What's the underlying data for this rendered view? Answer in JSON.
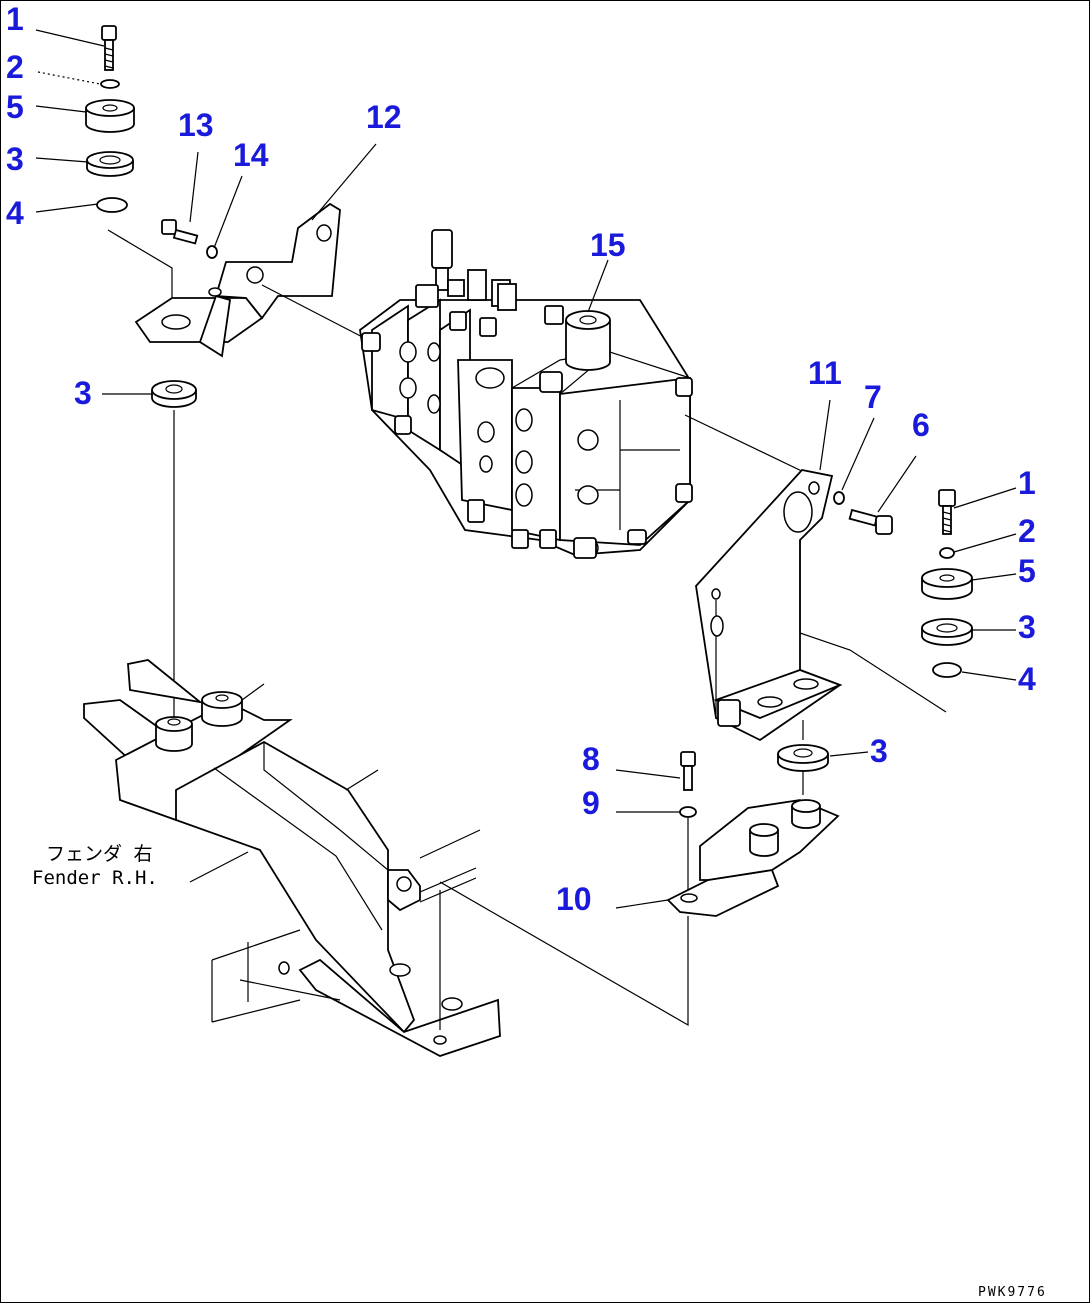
{
  "diagram": {
    "accent_color": "#1a1adc",
    "drawing_code": "PWK9776",
    "fender_label": {
      "japanese": "フェンダ 右",
      "english": "Fender R.H."
    },
    "callouts": [
      {
        "id": "left-1",
        "label": "1"
      },
      {
        "id": "left-2",
        "label": "2"
      },
      {
        "id": "left-5",
        "label": "5"
      },
      {
        "id": "left-3-top",
        "label": "3"
      },
      {
        "id": "left-4",
        "label": "4"
      },
      {
        "id": "left-13",
        "label": "13"
      },
      {
        "id": "left-14",
        "label": "14"
      },
      {
        "id": "left-12",
        "label": "12"
      },
      {
        "id": "valve-15",
        "label": "15"
      },
      {
        "id": "left-3-bottom",
        "label": "3"
      },
      {
        "id": "right-11",
        "label": "11"
      },
      {
        "id": "right-7",
        "label": "7"
      },
      {
        "id": "right-6",
        "label": "6"
      },
      {
        "id": "right-1",
        "label": "1"
      },
      {
        "id": "right-2",
        "label": "2"
      },
      {
        "id": "right-5",
        "label": "5"
      },
      {
        "id": "right-3-top",
        "label": "3"
      },
      {
        "id": "right-4",
        "label": "4"
      },
      {
        "id": "right-3-bottom",
        "label": "3"
      },
      {
        "id": "right-8",
        "label": "8"
      },
      {
        "id": "right-9",
        "label": "9"
      },
      {
        "id": "right-10",
        "label": "10"
      }
    ]
  }
}
